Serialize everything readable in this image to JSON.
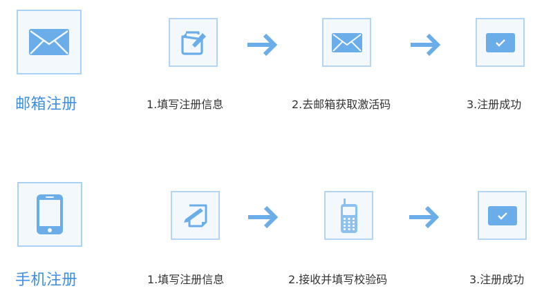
{
  "colors": {
    "accent": "#3f8ee0",
    "icon_fill": "#6aade9",
    "box_border": "#a9d0f5",
    "box_bg": "#f3f8fd",
    "text": "#333333"
  },
  "email_registration": {
    "title": "邮箱注册",
    "icon": "envelope-icon",
    "steps": [
      {
        "label": "1.填写注册信息",
        "icon": "edit-document-icon"
      },
      {
        "label": "2.去邮箱获取激活码",
        "icon": "envelope-icon"
      },
      {
        "label": "3.注册成功",
        "icon": "check-card-icon"
      }
    ]
  },
  "phone_registration": {
    "title": "手机注册",
    "icon": "smartphone-icon",
    "steps": [
      {
        "label": "1.填写注册信息",
        "icon": "edit-document-icon"
      },
      {
        "label": "2.接收并填写校验码",
        "icon": "mobile-phone-icon"
      },
      {
        "label": "3.注册成功",
        "icon": "check-card-icon"
      }
    ]
  }
}
